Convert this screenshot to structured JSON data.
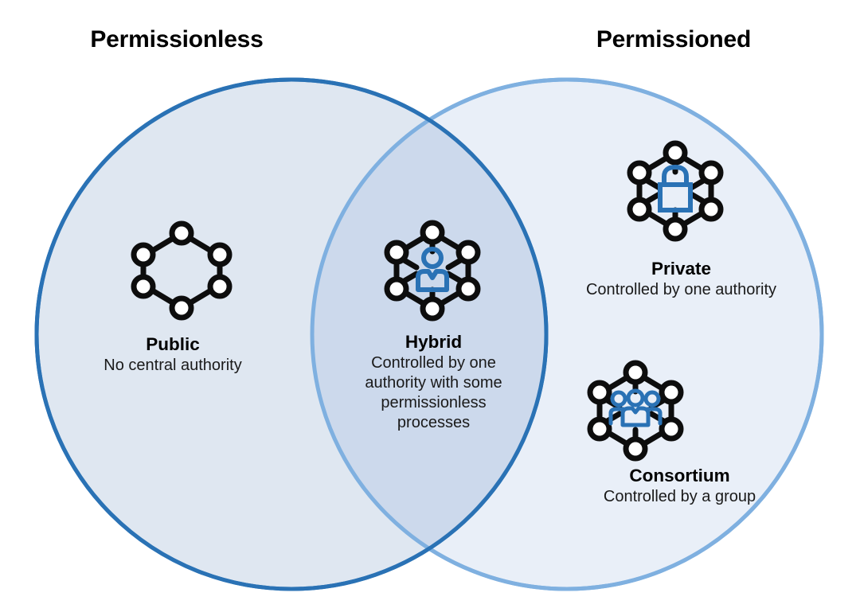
{
  "diagram": {
    "type": "venn",
    "title_left": "Permissionless",
    "title_right": "Permissioned",
    "colors": {
      "left_circle_stroke": "#2a72b5",
      "left_circle_fill": "#dfe7f1",
      "right_circle_stroke": "#7fb0e0",
      "right_circle_fill": "#e9eff8",
      "overlap_fill": "#ccd9ec",
      "icon_outline": "#0d0d0d",
      "icon_accent": "#2a72b5",
      "text": "#000000",
      "background": "#ffffff"
    }
  },
  "sets": {
    "left": {
      "label": "Permissionless"
    },
    "right": {
      "label": "Permissioned"
    }
  },
  "items": {
    "public": {
      "title": "Public",
      "description": "No central authority",
      "icon": "hexagon-network-icon",
      "region": "left-only"
    },
    "hybrid": {
      "title": "Hybrid",
      "description": "Controlled by one authority with some permissionless processes",
      "icon": "hexagon-network-person-icon",
      "region": "overlap"
    },
    "private": {
      "title": "Private",
      "description": "Controlled by one authority",
      "icon": "hexagon-network-lock-icon",
      "region": "right-only"
    },
    "consortium": {
      "title": "Consortium",
      "description": "Controlled by a group",
      "icon": "hexagon-network-group-icon",
      "region": "right-only"
    }
  }
}
